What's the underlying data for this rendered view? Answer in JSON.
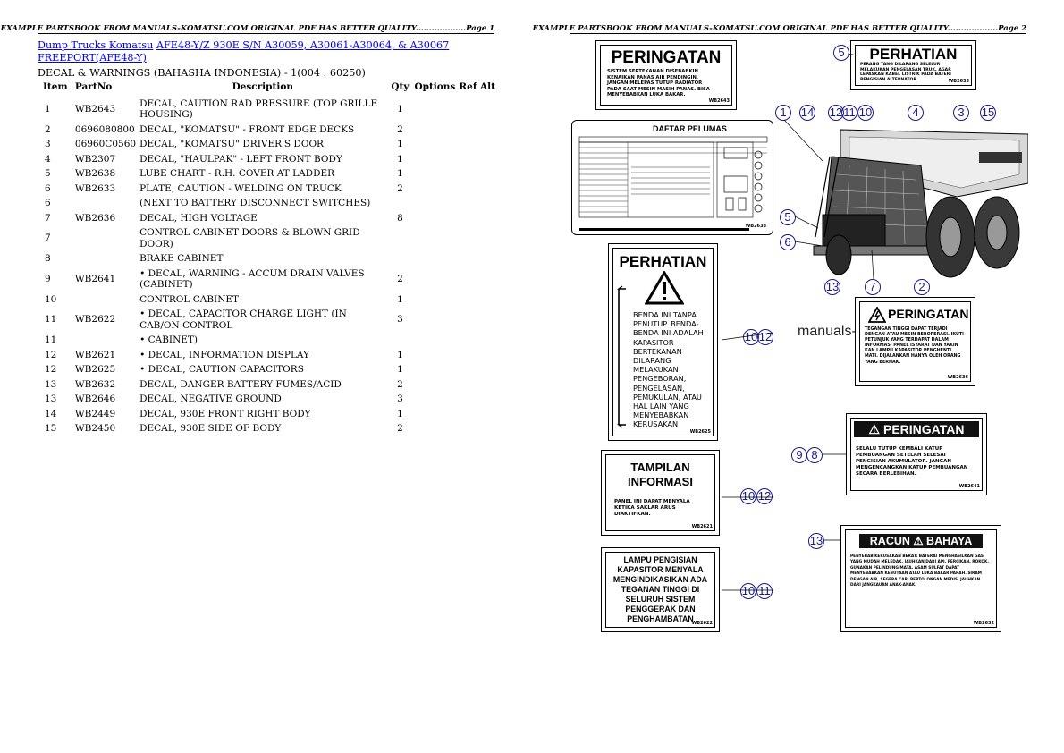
{
  "page1": {
    "header": "EXAMPLE PARTSBOOK FROM MANUALS-KOMATSU.COM ORIGINAL PDF HAS BETTER QUALITY...................Page 1",
    "breadcrumb": {
      "link1": "Dump Trucks Komatsu",
      "link2": "AFE48-Y/Z 930E S/N A30059, A30061-A30064, & A30067 FREEPORT(AFE48-Y)"
    },
    "subtitle": "DECAL & WARNINGS (BAHASHA INDONESIA) - 1(004 : 60250)",
    "columns": [
      "Item",
      "PartNo",
      "Description",
      "Qty",
      "Options",
      "Ref Alt"
    ],
    "rows": [
      {
        "item": "1",
        "part": "WB2643",
        "desc": "DECAL, CAUTION RAD PRESSURE (TOP GRILLE HOUSING)",
        "qty": "1"
      },
      {
        "item": "2",
        "part": "0696080800",
        "desc": "DECAL, \"KOMATSU\" - FRONT EDGE DECKS",
        "qty": "2"
      },
      {
        "item": "3",
        "part": "06960C0560",
        "desc": "DECAL, \"KOMATSU\" DRIVER'S DOOR",
        "qty": "1"
      },
      {
        "item": "4",
        "part": "WB2307",
        "desc": "DECAL, \"HAULPAK\" - LEFT FRONT BODY",
        "qty": "1"
      },
      {
        "item": "5",
        "part": "WB2638",
        "desc": "LUBE CHART - R.H. COVER AT LADDER",
        "qty": "1"
      },
      {
        "item": "6",
        "part": "WB2633",
        "desc": "PLATE, CAUTION - WELDING ON TRUCK",
        "qty": "2"
      },
      {
        "item": "6",
        "part": "",
        "desc": "(NEXT TO BATTERY DISCONNECT SWITCHES)",
        "qty": ""
      },
      {
        "item": "7",
        "part": "WB2636",
        "desc": "DECAL, HIGH VOLTAGE",
        "qty": "8"
      },
      {
        "item": "7",
        "part": "",
        "desc": "CONTROL CABINET DOORS & BLOWN GRID DOOR)",
        "qty": ""
      },
      {
        "item": "8",
        "part": "",
        "desc": "BRAKE CABINET",
        "qty": ""
      },
      {
        "item": "9",
        "part": "WB2641",
        "desc": "• DECAL, WARNING - ACCUM DRAIN VALVES (CABINET)",
        "qty": "2"
      },
      {
        "item": "10",
        "part": "",
        "desc": "CONTROL CABINET",
        "qty": "1"
      },
      {
        "item": "11",
        "part": "WB2622",
        "desc": "• DECAL, CAPACITOR CHARGE LIGHT (IN CAB/ON CONTROL",
        "qty": "3"
      },
      {
        "item": "11",
        "part": "",
        "desc": "• CABINET)",
        "qty": ""
      },
      {
        "item": "12",
        "part": "WB2621",
        "desc": "• DECAL, INFORMATION DISPLAY",
        "qty": "1"
      },
      {
        "item": "12",
        "part": "WB2625",
        "desc": "• DECAL, CAUTION CAPACITORS",
        "qty": "1"
      },
      {
        "item": "13",
        "part": "WB2632",
        "desc": "DECAL, DANGER BATTERY FUMES/ACID",
        "qty": "2"
      },
      {
        "item": "13",
        "part": "WB2646",
        "desc": "DECAL, NEGATIVE GROUND",
        "qty": "3"
      },
      {
        "item": "14",
        "part": "WB2449",
        "desc": "DECAL, 930E FRONT RIGHT BODY",
        "qty": "1"
      },
      {
        "item": "15",
        "part": "WB2450",
        "desc": "DECAL, 930E SIDE OF BODY",
        "qty": "2"
      }
    ]
  },
  "page2": {
    "header": "EXAMPLE PARTSBOOK FROM MANUALS-KOMATSU.COM ORIGINAL PDF HAS BETTER QUALITY...................Page 2",
    "watermark": "manuals-komatsu.com",
    "decals": {
      "d1": {
        "title": "PERINGATAN",
        "body": "SISTEM SERTEKANAN DISEBABKIN KENAIKAN PANAS AIR PENDINGIN. JANGAN MELEPAS TUTUP RADIATOR PADA SAAT MESIN MASIH PANAS. BISA MENYEBABKAN LUKA BAKAR.",
        "code": "WB2643"
      },
      "d2": {
        "title": "PERHATIAN",
        "body": "PERANG YANG DILARANG SELELUR MELAKUKAN PENGELASAN TRUK, AGAR LEPASKAN KABEL LISTRIK PADA BATERI PENGISIAN ALTERNATOR.",
        "code": "WB2633"
      },
      "d3": {
        "title": "DAFTAR PELUMAS",
        "code": "WB2638"
      },
      "d4": {
        "title": "PERHATIAN",
        "body": "BENDA INI TANPA PENUTUP. BENDA-BENDA INI ADALAH KAPASITOR BERTEKANAN DILARANG MELAKUKAN PENGEBORAN, PENGELASAN, PEMUKULAN, ATAU HAL LAIN YANG MENYEBABKAN KERUSAKAN",
        "code": "WB2625"
      },
      "d5": {
        "title": "PERINGATAN",
        "body": "TEGANGAN TINGGI DAPAT TERJADI DENGAN ATAU MESIN BEROPERASI. IKUTI PETUNJUK YANG TERDAPAT DALAM INFORMASI PANEL ISYARAT DAN YAKIN KAN LAMPU KAPASITOR PENGHENTI MATI. DIJALANKAN HANYA OLEH ORANG YANG BERHAK.",
        "code": "WB2636"
      },
      "d6": {
        "title": "TAMPILAN INFORMASI",
        "body": "PANEL INI DAPAT MENYALA KETIKA SAKLAR ARUS DIAKTIFKAN.",
        "code": "WB2621"
      },
      "d7": {
        "title": "PERINGATAN",
        "body": "SELALU TUTUP KEMBALI KATUP PEMBUANGAN SETELAH SELESAI PENGISIAN AKUMULATOR. JANGAN MENGENCANGKAN KATUP PEMBUANGAN SECARA BERLEBIHAN.",
        "code": "WB2641"
      },
      "d8": {
        "title": "LAMPU PENGISIAN KAPASITOR MENYALA MENGINDIKASIKAN ADA TEGANAN TINGGI DI SELURUH SISTEM PENGGERAK DAN PENGHAMBATAN",
        "code": "WB2622"
      },
      "d9": {
        "title": "RACUN ⚠ BAHAYA",
        "body": "PENYEBAB KERUSAKAN BERAT: BATERAI MENGHASILKAN GAS YANG MUDAH MELEDAK. JAUHKAN DARI API, PERCIKAN, ROKOK. GUNAKAN PELINDUNG MATA. ASAM SULFAT DAPAT MENYEBABKAN KEBUTAAN ATAU LUKA BAKAR PARAH. SIRAM DENGAN AIR, SEGERA CARI PERTOLONGAN MEDIS. JAUHKAN DARI JANGKAUAN ANAK-ANAK.",
        "code": "WB2632"
      }
    },
    "callouts": [
      "1",
      "14",
      "12",
      "11",
      "10",
      "4",
      "3",
      "15",
      "5",
      "6",
      "13",
      "7",
      "2",
      "10",
      "12",
      "9",
      "8",
      "10",
      "12",
      "10",
      "11",
      "13",
      "5"
    ]
  }
}
